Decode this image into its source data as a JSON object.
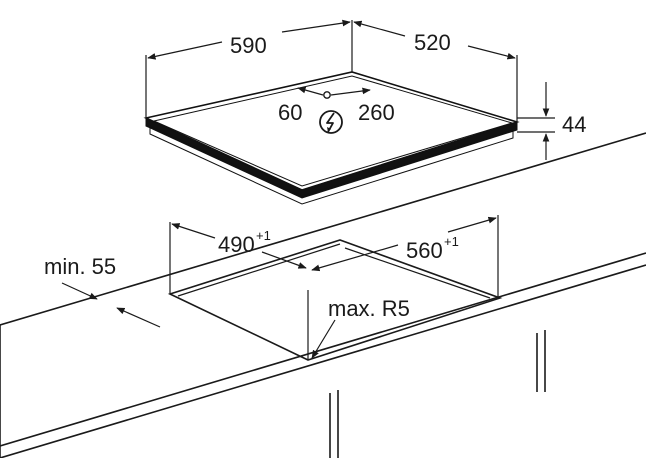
{
  "hob": {
    "width": "590",
    "depth": "520",
    "height": "44",
    "conn_left": "60",
    "conn_right": "260",
    "icon": "electrical-connection-icon"
  },
  "cutout": {
    "width": "490",
    "width_tol": "+1",
    "depth": "560",
    "depth_tol": "+1",
    "min_edge": "min. 55",
    "radius": "max. R5"
  },
  "colors": {
    "line": "#1a1a1a",
    "hob_edge": "#111111",
    "glass": "#ffffff"
  }
}
